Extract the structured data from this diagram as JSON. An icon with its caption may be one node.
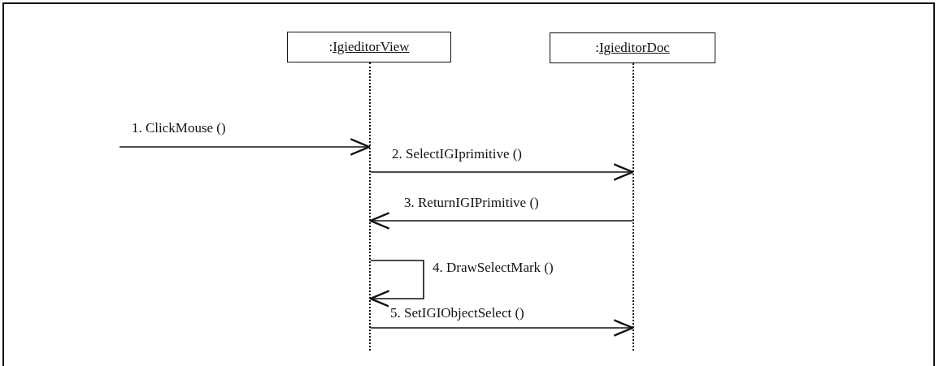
{
  "diagram": {
    "nodes": [
      {
        "text": [
          ":IgieditorView"
        ]
      },
      {
        "text": [
          ":IgieditorDoc"
        ]
      },
      {
        "text": [],
        "shape": "line"
      },
      {
        "text": [],
        "shape": "line"
      }
    ],
    "edges": [
      {
        "from": null,
        "to": 2,
        "arrow": "to",
        "label": "1. ClickMouse ()"
      },
      {
        "from": 2,
        "to": 3,
        "arrow": "to",
        "label": "2. SelectIGIprimitive ()"
      },
      {
        "from": 3,
        "to": 2,
        "arrow": "to",
        "label": "3. ReturnIGIPrimitive ()"
      },
      {
        "from": 2,
        "to": 2,
        "arrow": "to",
        "label": "4. DrawSelectMark ()"
      },
      {
        "from": 2,
        "to": 3,
        "arrow": "to",
        "label": "5. SetIGIObjectSelect ()"
      }
    ]
  }
}
